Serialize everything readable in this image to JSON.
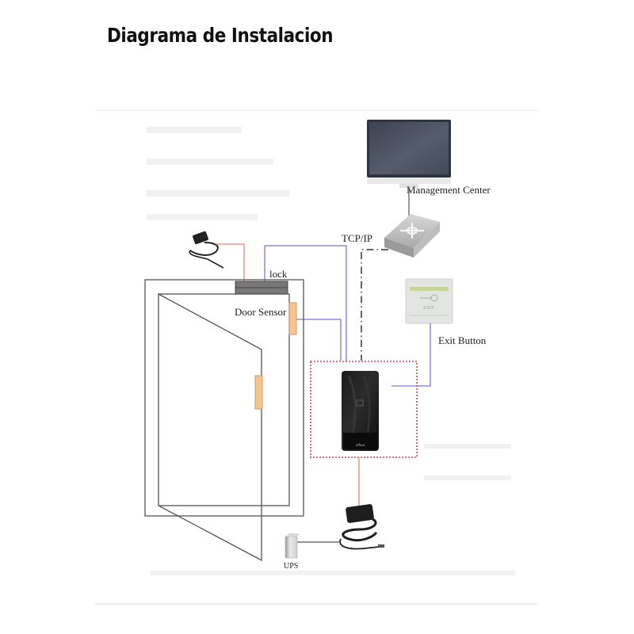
{
  "page": {
    "title": "Diagrama de Instalacion"
  },
  "diagram": {
    "labels": {
      "management_center": "Management Center",
      "tcp_ip": "TCP/IP",
      "lock": "lock",
      "door_sensor": "Door Sensor",
      "exit_button": "Exit Button",
      "ups": "UPS"
    },
    "device_marks": {
      "reader_logo": "alhua",
      "exit_button_text": "EXIT"
    },
    "colors": {
      "power_wire": "#e8837f",
      "signal_wire": "#7b76d6",
      "network_wire": "#333333",
      "reader_boundary": "#d9474f",
      "door_outline": "#555555",
      "sensor_fill": "#f6c491",
      "lock_fill": "#777777",
      "monitor_screen": "#4a5060"
    }
  }
}
